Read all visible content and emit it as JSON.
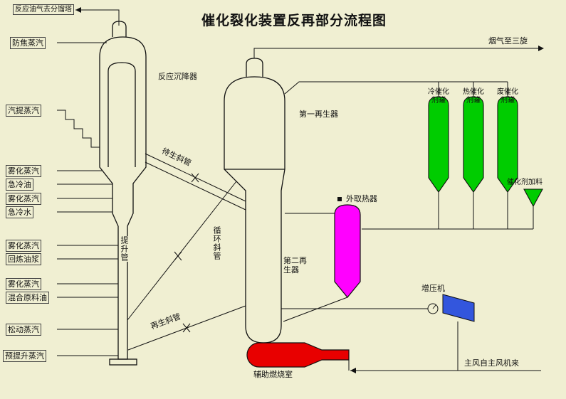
{
  "title": "催化裂化装置反再部分流程图",
  "colors": {
    "background": "#F0EFD2",
    "line": "#111111",
    "tank_green": "#00CC00",
    "cooler_magenta": "#FF00FF",
    "burner_red": "#E80000",
    "compressor_blue": "#3356DD"
  },
  "labels": {
    "product_out": "反应油气去分馏塔",
    "anti_coke_steam": "防焦蒸汽",
    "stripping_steam": "汽提蒸汽",
    "atomizing_steam_1": "雾化蒸汽",
    "quench_oil": "急冷油",
    "atomizing_steam_2": "雾化蒸汽",
    "quench_water": "急冷水",
    "atomizing_steam_3": "雾化蒸汽",
    "recycle_slurry": "回炼油浆",
    "atomizing_steam_4": "雾化蒸汽",
    "mixed_feed_oil": "混合原料油",
    "loosening_steam": "松动蒸汽",
    "prelift_steam": "预提升蒸汽",
    "reactor_settler": "反应沉降器",
    "riser": "提升管",
    "spent_standpipe": "待生斜管",
    "first_regenerator": "第一再生器",
    "circulating_standpipe": "循环斜管",
    "second_regenerator": "第二再生器",
    "regen_standpipe": "再生斜管",
    "external_cooler": "外取热器",
    "aux_combustion_chamber": "辅助燃烧室",
    "cold_catalyst_tank": "冷催化剂罐",
    "hot_catalyst_tank": "热催化剂罐",
    "spent_catalyst_tank": "废催化剂罐",
    "catalyst_loading": "催化剂加料",
    "booster_compressor": "增压机",
    "flue_gas_out": "烟气至三旋",
    "main_air_in": "主风自主风机来"
  }
}
